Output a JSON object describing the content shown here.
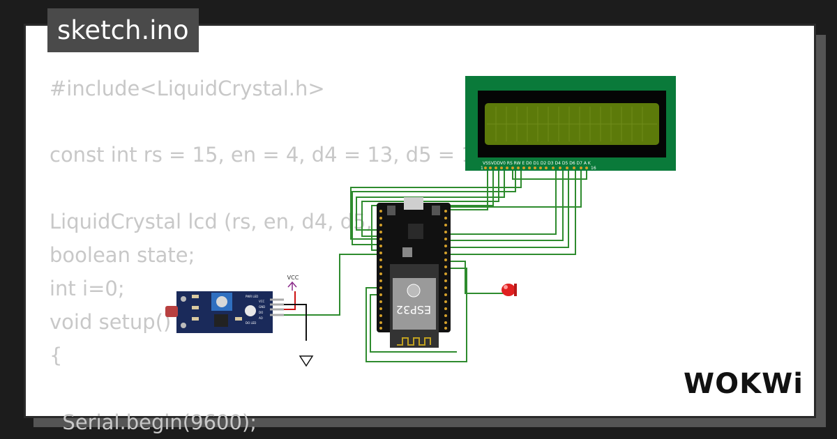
{
  "header": {
    "title": "sketch.ino"
  },
  "code_lines": [
    "#include<LiquidCrystal.h>",
    "",
    "const int rs = 15, en = 4, d4 = 13, d5 = 12",
    "",
    "LiquidCrystal lcd (rs, en, d4, d5,",
    "boolean state;",
    "int i=0;",
    "void setup()",
    "{",
    "",
    "  Serial.begin(9600);"
  ],
  "diagram": {
    "lcd_pin_labels": "VSSVDDV0 RS RW E  D0 D1 D2 D3 D4 D5 D6 D7 A  K",
    "lcd_pin_first": "1",
    "lcd_pin_last": "16",
    "esp32_label": "ESP32",
    "vcc_label": "VCC",
    "sensor_pin_labels": [
      "VCC",
      "GND",
      "DO",
      "AO"
    ],
    "sensor_led_labels": [
      "PWR LED",
      "DO LED"
    ],
    "wire_color": "#2e8b2e",
    "lcd_board_color": "#0a7a3a",
    "lcd_screen_color": "#5c7a0a"
  },
  "brand": {
    "logo_text": "WOKWi"
  }
}
